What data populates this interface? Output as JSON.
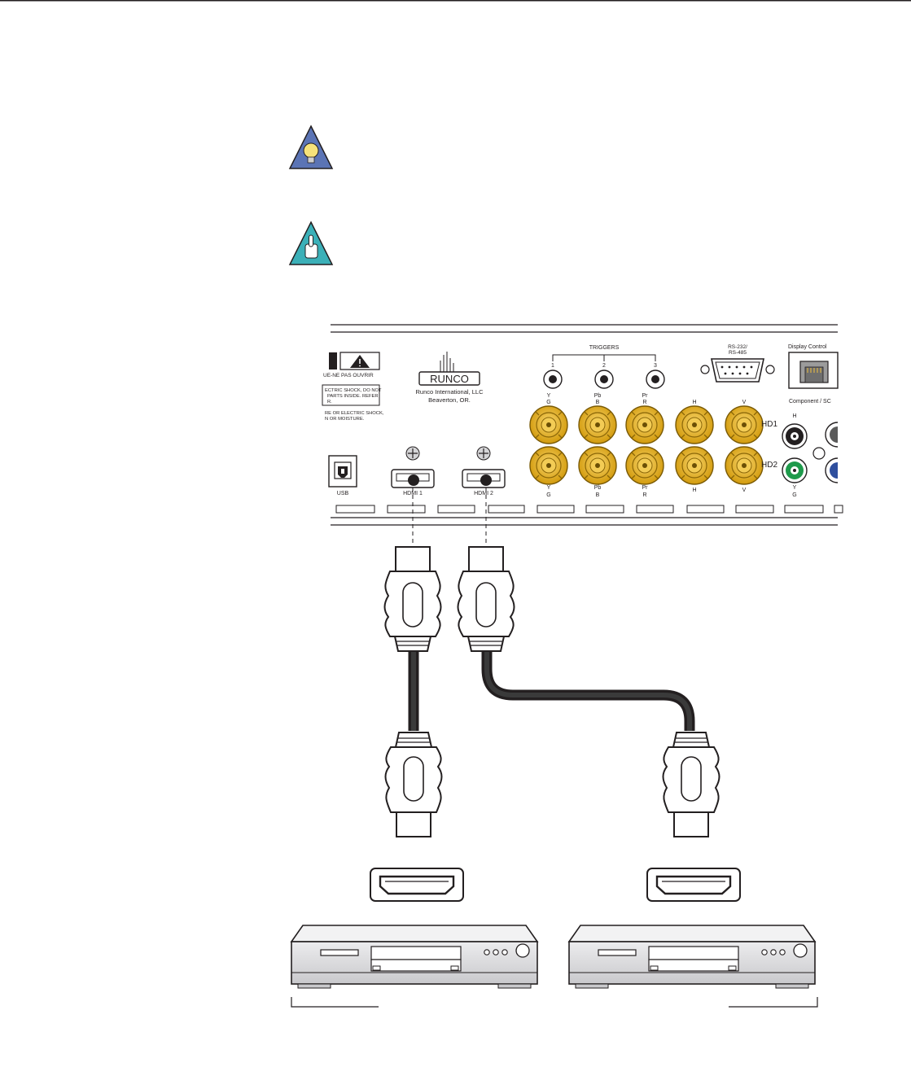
{
  "warning": {
    "line1": "UE-NE PAS OUVRIR",
    "line2": "ECTRIC SHOCK, DO NOT",
    "line3": "PARTS INSIDE. REFER",
    "line4": "R.",
    "line5": "RE OR ELECTRIC SHOCK,",
    "line6": "N OR MOISTURE."
  },
  "brand": {
    "logo": "RUNCO",
    "company": "Runco International, LLC",
    "city": "Beaverton, OR."
  },
  "triggers": {
    "title": "TRIGGERS",
    "labels": [
      "1",
      "2",
      "3"
    ]
  },
  "rs232": {
    "line1": "RS-232/",
    "line2": "RS-485"
  },
  "display_control": "Display Control",
  "component_label": "Component / SC",
  "bnc": {
    "top_labels": [
      [
        "Y",
        "G"
      ],
      [
        "Pb",
        "B"
      ],
      [
        "Pr",
        "R"
      ],
      [
        "H"
      ],
      [
        "V"
      ]
    ],
    "bottom_labels": [
      [
        "Y",
        "G"
      ],
      [
        "Pb",
        "B"
      ],
      [
        "Pr",
        "R"
      ],
      [
        "H"
      ],
      [
        "V"
      ]
    ],
    "hd1": "HD1",
    "hd2": "HD2",
    "color": "#e8b019"
  },
  "rca": {
    "h_label": "H",
    "y_label": "Y",
    "g_label": "G"
  },
  "ports": {
    "usb": "USB",
    "hdmi1": "HDMI 1",
    "hdmi2": "HDMI 2"
  },
  "colors": {
    "tip_icon": "#5b74b5",
    "note_icon": "#3bb0b8",
    "bnc_gold": "#e8b019",
    "rca_green": "#1e9a4b",
    "rca_blue": "#2f4f9e",
    "panel_line": "#231f20",
    "player_body": "#d9d9db"
  },
  "icons": [
    "lightbulb-icon",
    "pointing-hand-icon"
  ]
}
